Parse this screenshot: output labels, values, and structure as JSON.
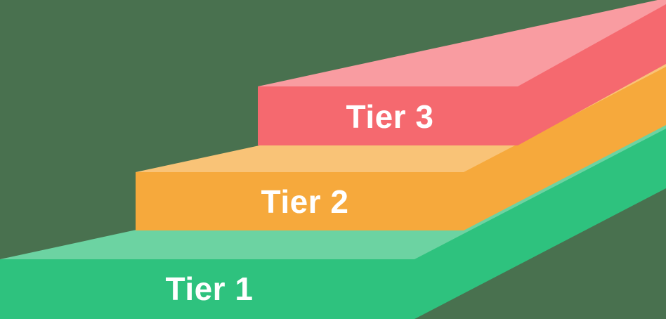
{
  "title": "Three tier staircase diagram",
  "background_color": "#49714F",
  "label_text_color": "#FFFFFF",
  "tiers": [
    {
      "label": "Tier 1",
      "front_color": "#2EC27E",
      "top_color": "#6CD3A2"
    },
    {
      "label": "Tier 2",
      "front_color": "#F6A93C",
      "top_color": "#F9C377"
    },
    {
      "label": "Tier 3",
      "front_color": "#F5696F",
      "top_color": "#F99CA1"
    }
  ]
}
